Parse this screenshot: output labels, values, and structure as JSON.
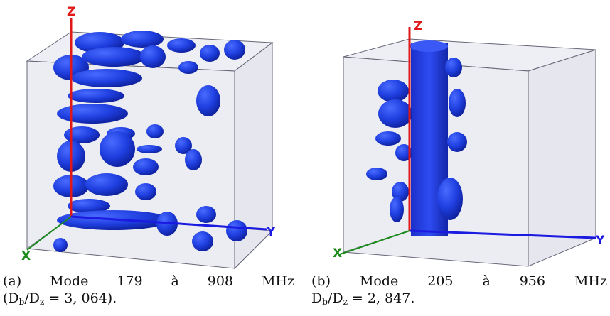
{
  "figure": {
    "panel_a": {
      "axis_labels": {
        "z": "Z",
        "y": "Y",
        "x": "X"
      },
      "caption": {
        "tag": "(a)",
        "word_mode": "Mode",
        "mode_number": "179",
        "word_at": "à",
        "frequency": "908",
        "unit": "MHz",
        "ratio_open": "(D",
        "ratio_sub1": "b",
        "ratio_mid": "/D",
        "ratio_sub2": "z",
        "ratio_value": " = 3, 064)."
      }
    },
    "panel_b": {
      "axis_labels": {
        "z": "Z",
        "y": "Y",
        "x": "X"
      },
      "caption": {
        "tag": "(b)",
        "word_mode": "Mode",
        "mode_number": "205",
        "word_at": "à",
        "frequency": "956",
        "unit": "MHz",
        "ratio_open": "D",
        "ratio_sub1": "b",
        "ratio_mid": "/D",
        "ratio_sub2": "z",
        "ratio_value": " = 2, 847."
      }
    },
    "colors": {
      "blob": "#1f3fe0",
      "blob_dark": "#0d1f9a",
      "box_fill": "#e6e6ef",
      "box_edge": "#555566",
      "z_axis": "#e01818",
      "y_axis": "#1a1ae0",
      "x_axis": "#1a8a1a"
    }
  }
}
